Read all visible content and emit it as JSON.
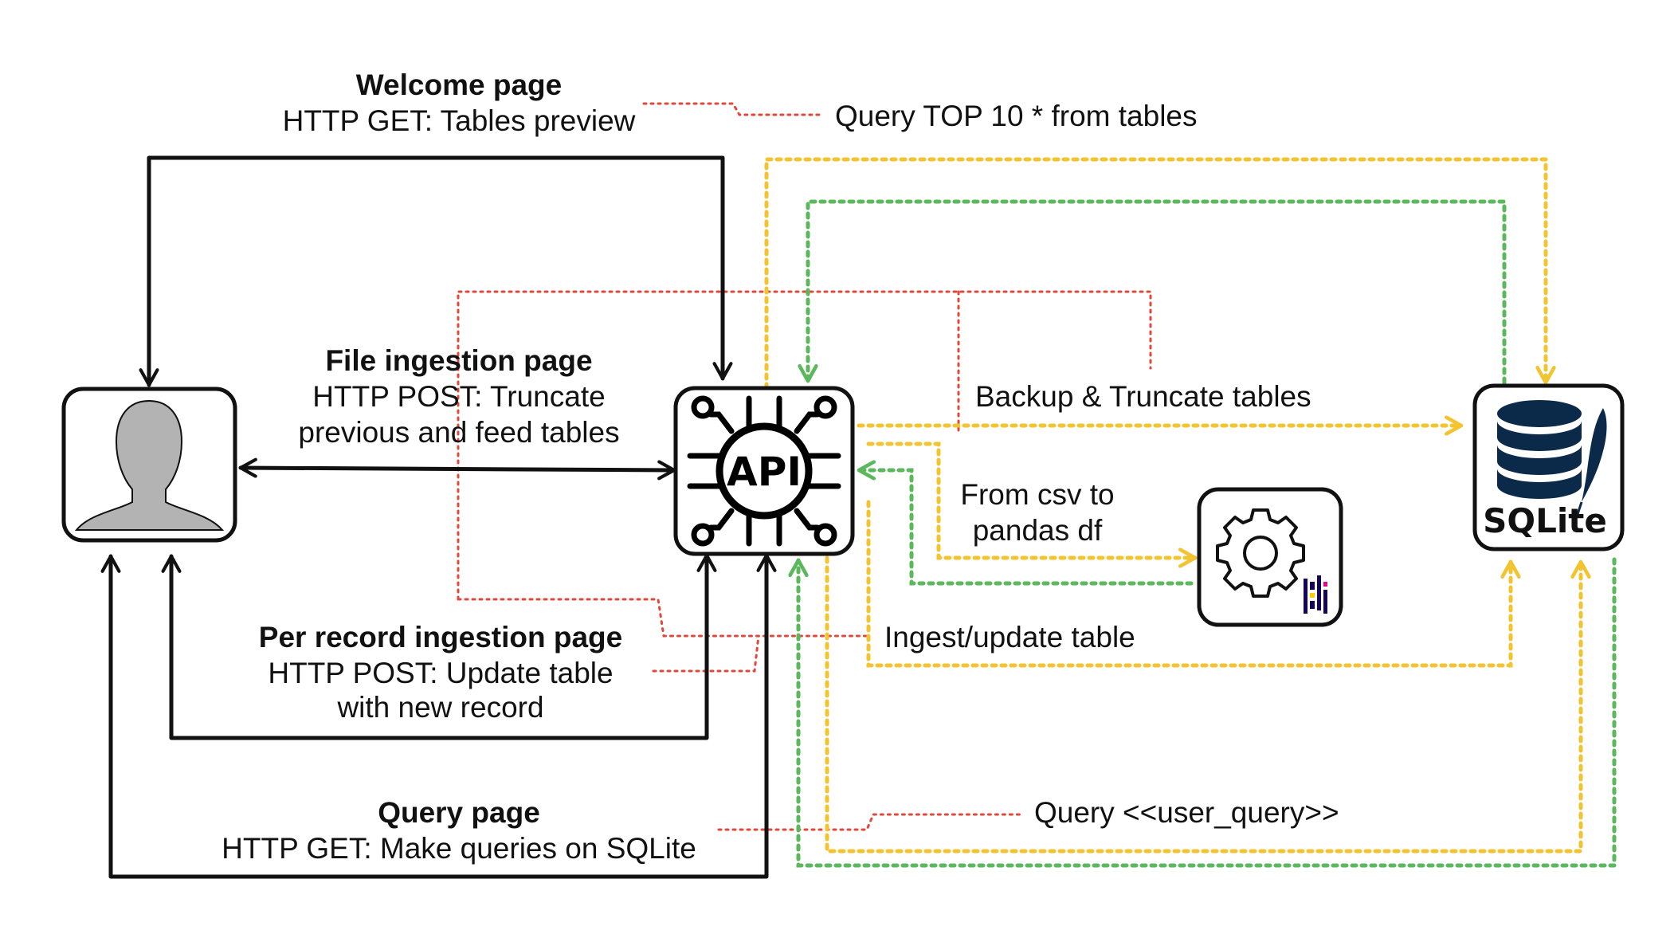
{
  "colors": {
    "black": "#111111",
    "red": "#e0483c",
    "yellow": "#f2c431",
    "green": "#5cb85c",
    "user_gray": "#b3b3b3",
    "db_navy": "#0b2a4a",
    "pandas_purple": "#150458",
    "pandas_yellow": "#ffca00",
    "pandas_pink": "#e70488"
  },
  "icons": {
    "user": "user-silhouette-icon",
    "api": "api-chip-icon",
    "pandas": "gear-pandas-icon",
    "sqlite": "sqlite-database-icon"
  },
  "sqlite_label": "SQLite",
  "api_label": "API",
  "pages": {
    "welcome": {
      "title": "Welcome page",
      "detail": "HTTP GET: Tables preview"
    },
    "file_ingestion": {
      "title": "File ingestion page",
      "detail_line1": "HTTP POST: Truncate",
      "detail_line2": "previous and feed tables"
    },
    "per_record": {
      "title": "Per record ingestion page",
      "detail_line1": "HTTP POST: Update table",
      "detail_line2": "with new record"
    },
    "query": {
      "title": "Query page",
      "detail": "HTTP GET: Make queries on SQLite"
    }
  },
  "operations": {
    "query_top10": "Query TOP 10 * from tables",
    "backup_truncate": "Backup & Truncate tables",
    "csv_line1": "From csv to",
    "csv_line2": "pandas df",
    "ingest_update": "Ingest/update table",
    "user_query": "Query <<user_query>>"
  }
}
